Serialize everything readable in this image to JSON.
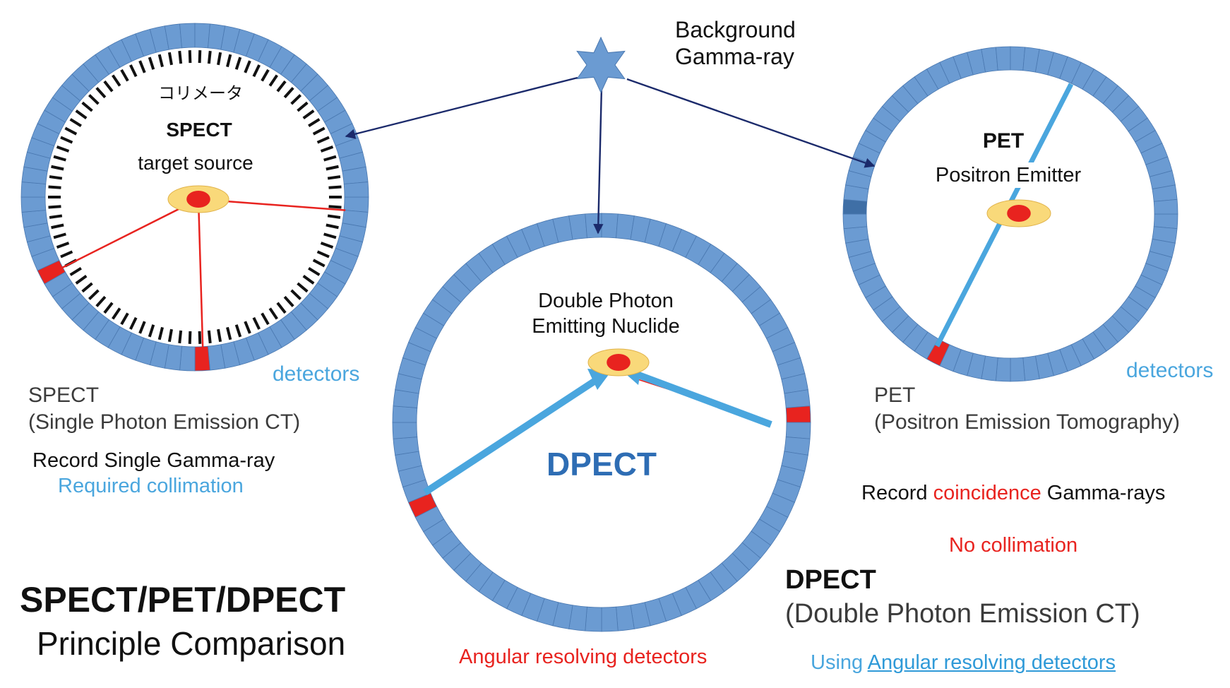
{
  "colors": {
    "detector_blue": "#6b9bd2",
    "detector_edge": "#4a78b0",
    "hit_red": "#e8231f",
    "beam_blue": "#4aa6de",
    "arrow_navy": "#1b2a6b",
    "source_yellow": "#f9d97a",
    "label_blue": "#4aa6de",
    "label_red": "#e8231f",
    "dpect_title_blue": "#2e6db4"
  },
  "background_source": {
    "icon": "star-icon",
    "label_line1": "Background",
    "label_line2": "Gamma-ray"
  },
  "spect": {
    "collimator_label": "コリメータ",
    "title": "SPECT",
    "subtitle": "target source",
    "detectors_label": "detectors",
    "name": "SPECT",
    "fullname": "(Single Photon Emission CT)",
    "record": "Record Single Gamma-ray",
    "collimation": "Required collimation"
  },
  "dpect": {
    "source_line1": "Double Photon",
    "source_line2": "Emitting Nuclide",
    "center_title": "DPECT",
    "bottom_note": "Angular resolving detectors",
    "name": "DPECT",
    "fullname": "(Double Photon Emission CT)",
    "using_prefix": "Using",
    "using_link": "Angular resolving detectors"
  },
  "pet": {
    "title": "PET",
    "subtitle": "Positron Emitter",
    "detectors_label": "detectors",
    "name": "PET",
    "fullname": "(Positron Emission Tomography)",
    "record_prefix": "Record",
    "record_highlight": "coincidence",
    "record_suffix": "Gamma-rays",
    "collimation": "No collimation"
  },
  "footer": {
    "title": "SPECT/PET/DPECT",
    "subtitle": "Principle Comparison"
  }
}
